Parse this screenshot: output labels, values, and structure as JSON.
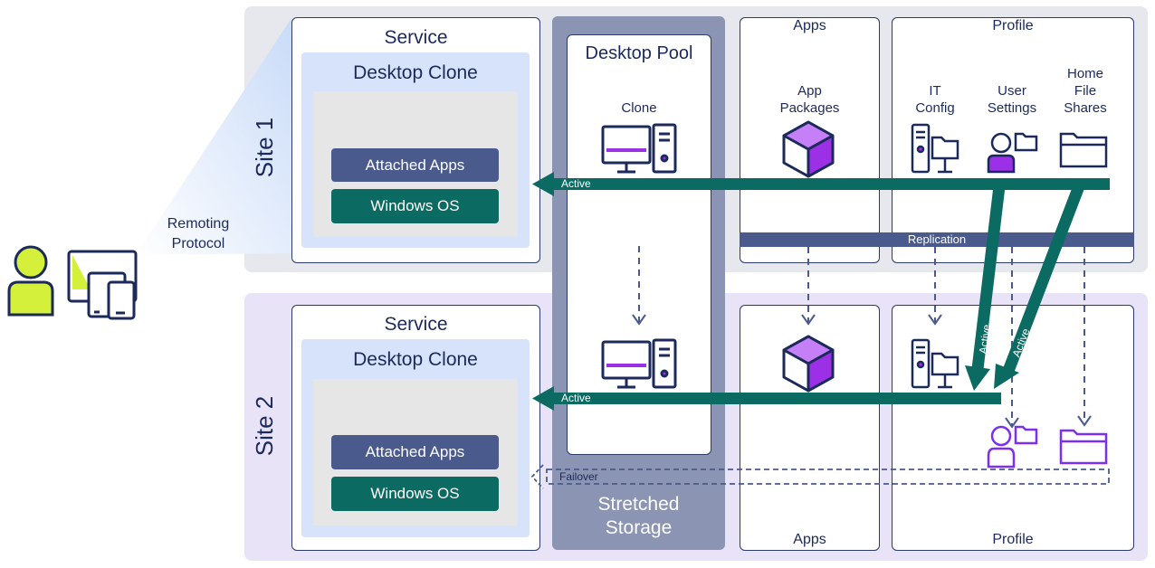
{
  "site1": {
    "label": "Site 1",
    "service_title": "Service",
    "desktop_clone_title": "Desktop Clone",
    "attached_apps_label": "Attached Apps",
    "windows_os_label": "Windows OS",
    "apps_title": "Apps",
    "app_packages_label_line1": "App",
    "app_packages_label_line2": "Packages",
    "profile_title": "Profile",
    "it_config_line1": "IT",
    "it_config_line2": "Config",
    "user_settings_line1": "User",
    "user_settings_line2": "Settings",
    "home_file_shares_line1": "Home",
    "home_file_shares_line2": "File",
    "home_file_shares_line3": "Shares",
    "active_label": "Active"
  },
  "site2": {
    "label": "Site 2",
    "service_title": "Service",
    "desktop_clone_title": "Desktop Clone",
    "attached_apps_label": "Attached Apps",
    "windows_os_label": "Windows OS",
    "apps_title": "Apps",
    "profile_title": "Profile",
    "active_label": "Active",
    "failover_label": "Failover"
  },
  "desktop_pool": {
    "title": "Desktop Pool",
    "clone_label": "Clone",
    "stretched_storage_line1": "Stretched",
    "stretched_storage_line2": "Storage"
  },
  "replication_label": "Replication",
  "remoting_protocol_line1": "Remoting",
  "remoting_protocol_line2": "Protocol",
  "diagonal_active_label_1": "Active",
  "diagonal_active_label_2": "Active",
  "colors": {
    "navy": "#1b2a5a",
    "teal": "#0b6b62",
    "slate_pill": "#4a5a8c",
    "purple": "#9b30e6",
    "lime": "#d4f03a",
    "site1_bg": "#e7e8ee",
    "site2_bg": "#e8e3f7",
    "clone_bg": "#d6e3fb",
    "inner_gray": "#e6e6e6",
    "storage_col": "#8b94b3"
  }
}
